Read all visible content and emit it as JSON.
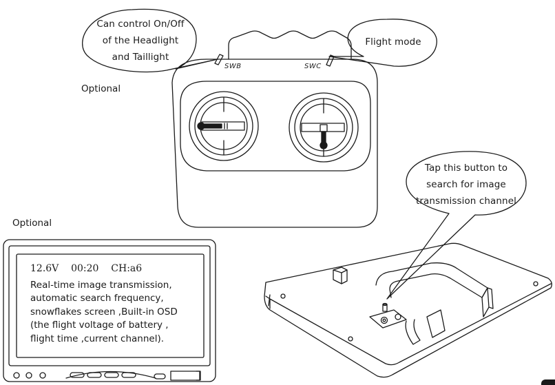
{
  "callouts": {
    "headlight": {
      "lines": [
        "Can control On/Off",
        "of the Headlight",
        "and Taillight"
      ]
    },
    "flight_mode": {
      "lines": [
        "Flight mode"
      ]
    },
    "search_button": {
      "lines": [
        "Tap this button to",
        "search for image",
        "transmission channel"
      ]
    }
  },
  "transmitter": {
    "swb_label": "SWB",
    "swc_label": "SWC"
  },
  "labels": {
    "optional_transmitter": "Optional",
    "optional_monitor": "Optional"
  },
  "monitor": {
    "osd": {
      "voltage": "12.6V",
      "time": "00:20",
      "channel": "CH:a6"
    },
    "description": [
      "Real-time image transmission,",
      "automatic search frequency,",
      "snowflakes screen ,Built-in OSD",
      "(the flight voltage of battery ,",
      "flight time ,current channel)."
    ]
  }
}
